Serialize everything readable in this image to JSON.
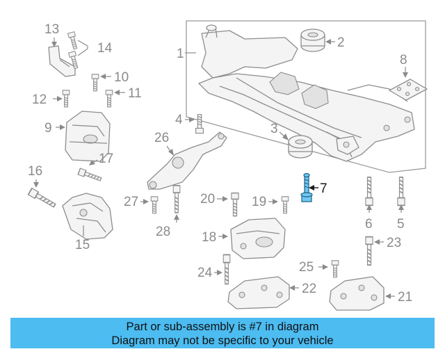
{
  "callouts": {
    "c1": "1",
    "c2": "2",
    "c3": "3",
    "c4": "4",
    "c5": "5",
    "c6": "6",
    "c7": "7",
    "c8": "8",
    "c9": "9",
    "c10": "10",
    "c11": "11",
    "c12": "12",
    "c13": "13",
    "c14": "14",
    "c15": "15",
    "c16": "16",
    "c17": "17",
    "c18": "18",
    "c19": "19",
    "c20": "20",
    "c21": "21",
    "c22": "22",
    "c23": "23",
    "c24": "24",
    "c25": "25",
    "c26": "26",
    "c27": "27",
    "c28": "28"
  },
  "highlight": {
    "part": "7",
    "color": "#6fc8f2"
  },
  "banner": {
    "line1": "Part or sub-assembly is #7 in diagram",
    "line2": "Diagram may not be specific to your vehicle",
    "background": "#4cbcf1"
  }
}
